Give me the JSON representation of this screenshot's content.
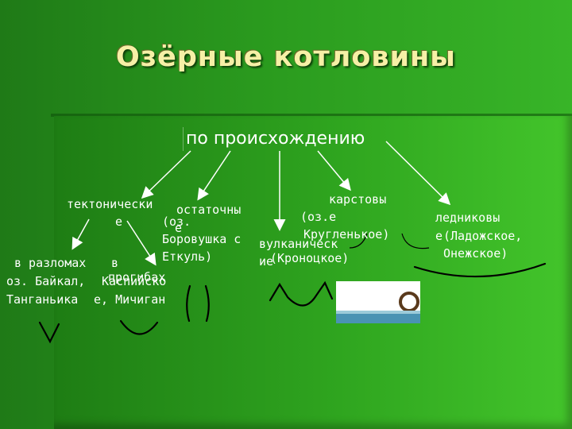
{
  "title": "Озёрные котловины",
  "root": {
    "label": "по происхождению"
  },
  "nodes": {
    "tectonic": {
      "line1": "тектонически",
      "line2": "е"
    },
    "tectonic_faults": {
      "line1": "в разломах",
      "line2": "в"
    },
    "tectonic_troughs": "прогибах",
    "tectonic_examples": {
      "line1": "оз. Байкал,",
      "line2": "Танганьика"
    },
    "tectonic_examples2": {
      "line1": "Каспийско",
      "line2": "е, Мичиган"
    },
    "residual": {
      "line1": "остаточны",
      "line2": "е"
    },
    "residual_example": {
      "line1": "(оз.",
      "line2": "Боровушка с",
      "line3": "Еткуль)"
    },
    "volcanic": {
      "line1": "вулканическ",
      "line2": "ие"
    },
    "volcanic_example": "(Кроноцкое)",
    "karst": {
      "line1": "карстовы",
      "line2": "(оз.е",
      "line3": "Кругленькое)"
    },
    "glacial": {
      "line1": "ледниковы",
      "line2": "е",
      "line3": "(Ладожское,",
      "line4": "Онежское)"
    }
  },
  "colors": {
    "background": "#2a9a1e",
    "title": "#f6f0a6",
    "text": "#ffffff"
  },
  "icons": [
    "arrow-icon",
    "lake-basin-shape-icon",
    "volcano-shape-icon",
    "karst-lake-photo"
  ]
}
